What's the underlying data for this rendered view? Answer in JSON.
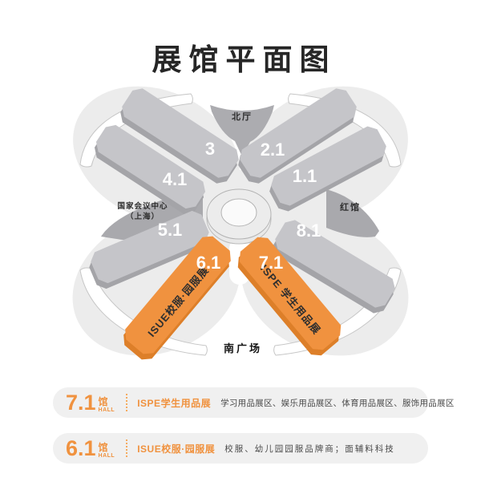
{
  "title": "展馆平面图",
  "map": {
    "north_hall_label": "北厅",
    "convention_center_line1": "国家会议中心",
    "convention_center_line2": "（上海）",
    "red_hall_label": "红馆",
    "south_plaza_label": "南广场",
    "halls": {
      "h3": "3",
      "h41": "4.1",
      "h21": "2.1",
      "h11": "1.1",
      "h51": "5.1",
      "h81": "8.1",
      "h61": "6.1",
      "h71": "7.1"
    },
    "hall61_title": "ISUE校服·园服展",
    "hall71_title": "ISPE 学生用品展",
    "highlight_color": "#F0923F",
    "hall_gray": "#C5C5C9",
    "ground_gray": "#ECECEC"
  },
  "legend": {
    "rows": [
      {
        "number": "7.1",
        "hall_cn": "馆",
        "hall_en": "HALL",
        "name": "ISPE学生用品展",
        "desc": "学习用品展区、娱乐用品展区、体育用品展区、服饰用品展区"
      },
      {
        "number": "6.1",
        "hall_cn": "馆",
        "hall_en": "HALL",
        "name": "ISUE校服·园服展",
        "desc": "校服、幼儿园园服品牌商；面辅料科技"
      }
    ]
  }
}
